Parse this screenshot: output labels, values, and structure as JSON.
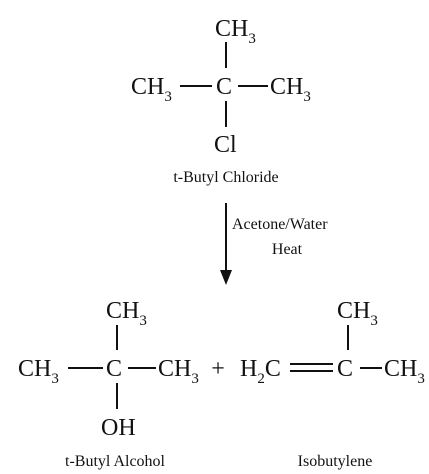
{
  "reactant": {
    "methyl_top": {
      "el": "CH",
      "sub": "3"
    },
    "methyl_left": {
      "el": "CH",
      "sub": "3"
    },
    "center": "C",
    "methyl_right": {
      "el": "CH",
      "sub": "3"
    },
    "substituent": "Cl",
    "name": "t-Butyl Chloride"
  },
  "conditions": {
    "line1": "Acetone/Water",
    "line2": "Heat"
  },
  "product1": {
    "methyl_top": {
      "el": "CH",
      "sub": "3"
    },
    "methyl_left": {
      "el": "CH",
      "sub": "3"
    },
    "center": "C",
    "methyl_right": {
      "el": "CH",
      "sub": "3"
    },
    "substituent": "OH",
    "name": "t-Butyl Alcohol"
  },
  "plus_sign": "+",
  "product2": {
    "methylene": {
      "el": "H",
      "sub": "2",
      "el2": "C"
    },
    "methyl_top": {
      "el": "CH",
      "sub": "3"
    },
    "center": "C",
    "methyl_right": {
      "el": "CH",
      "sub": "3"
    },
    "name": "Isobutylene"
  }
}
